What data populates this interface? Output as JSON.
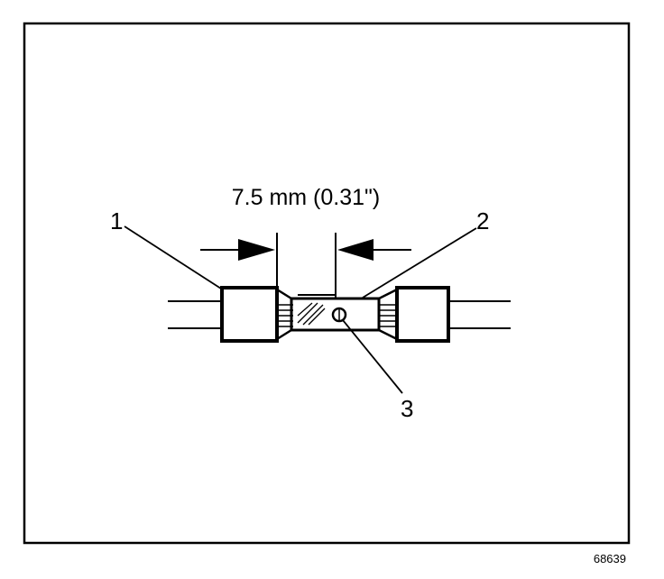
{
  "dimension_label": "7.5 mm (0.31\")",
  "callouts": [
    "1",
    "2",
    "3"
  ],
  "figure_number": "68639",
  "colors": {
    "ink": "#000000",
    "paper": "#ffffff"
  }
}
